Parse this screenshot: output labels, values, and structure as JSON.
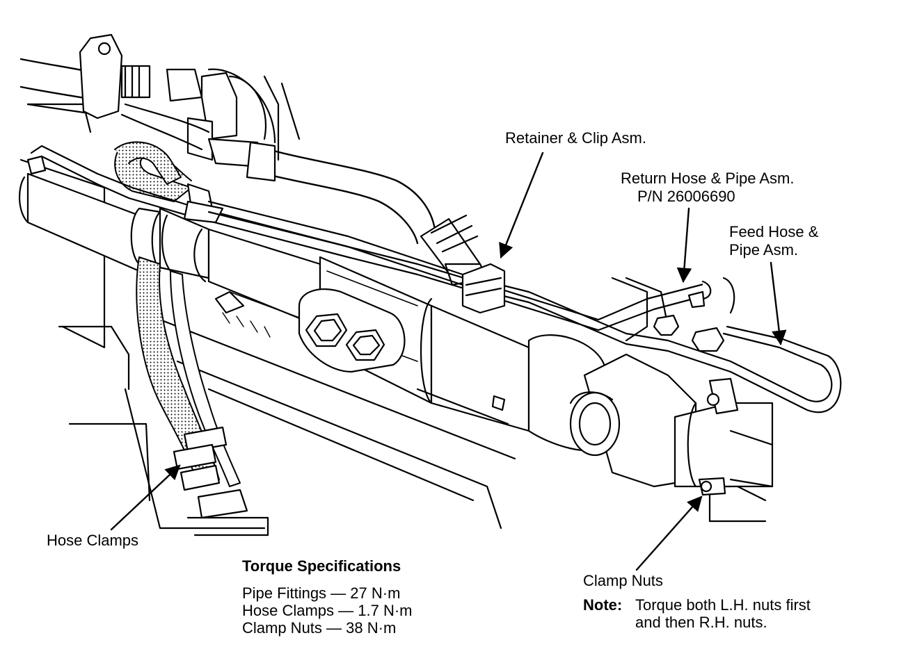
{
  "callouts": {
    "retainer": "Retainer & Clip Asm.",
    "return_hose_line1": "Return Hose & Pipe Asm.",
    "return_hose_line2": "P/N 26006690",
    "feed_hose_line1": "Feed Hose &",
    "feed_hose_line2": "Pipe Asm.",
    "hose_clamps": "Hose Clamps",
    "clamp_nuts": "Clamp Nuts"
  },
  "torque_specs": {
    "title": "Torque Specifications",
    "items": [
      "Pipe Fittings — 27 N·m",
      "Hose Clamps — 1.7 N·m",
      "Clamp Nuts — 38 N·m"
    ]
  },
  "note": {
    "label": "Note:",
    "line1": "Torque both L.H. nuts first",
    "line2": "and then R.H. nuts."
  }
}
